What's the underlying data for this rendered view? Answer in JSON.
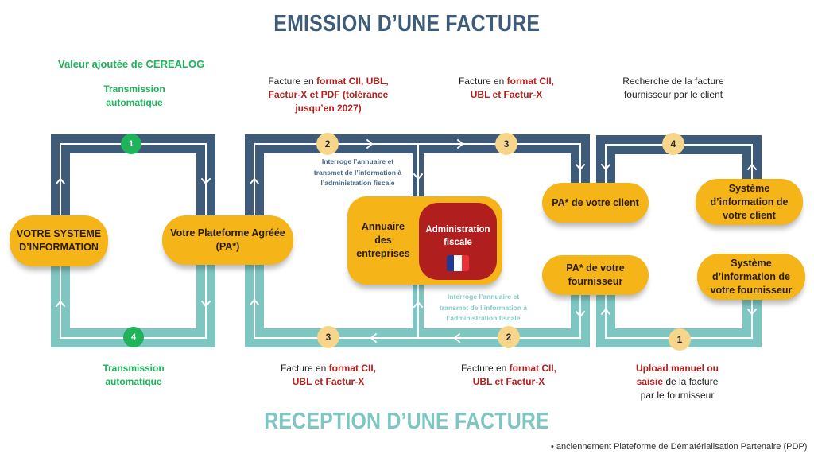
{
  "titles": {
    "emission": "EMISSION D’UNE FACTURE",
    "reception": "RECEPTION D’UNE FACTURE"
  },
  "colors": {
    "emission_flow": "#3e5c7a",
    "reception_flow": "#7ec6c2",
    "node": "#f5b417",
    "tax_admin": "#b01e1e",
    "cerealog_green": "#1fb35a",
    "highlight_red": "#b3201d",
    "step_badge": "#f7d58a"
  },
  "cerealog_label": "Valeur ajoutée de CEREALOG",
  "emission": {
    "step1": {
      "number": "1",
      "lines": [
        "Transmission",
        "automatique"
      ]
    },
    "step2": {
      "number": "2",
      "line1_plain": "Facture en ",
      "line1_red": "format CII, UBL,",
      "line2_red": "Factur-X et PDF (tolérance",
      "line3_red": "jusqu’en 2027)"
    },
    "step3": {
      "number": "3",
      "line1_plain": "Facture en ",
      "line1_red": "format CII,",
      "line2_red": "UBL et Factur-X"
    },
    "step4": {
      "number": "4",
      "lines": [
        "Recherche de la facture",
        "fournisseur par le client"
      ]
    },
    "directory_note": [
      "Interroge l’annuaire et",
      "transmet de l’information à",
      "l’administration fiscale"
    ]
  },
  "reception": {
    "step1": {
      "number": "1",
      "line1_red": "Upload manuel ou",
      "line2_red": "saisie",
      "line2_plain": " de la facture",
      "line3_plain": "par le fournisseur"
    },
    "step2": {
      "number": "2",
      "line1_plain": "Facture en ",
      "line1_red": "format CII,",
      "line2_red": "UBL et Factur-X"
    },
    "step3": {
      "number": "3",
      "line1_plain": "Facture en ",
      "line1_red": "format CII,",
      "line2_red": "UBL et Factur-X"
    },
    "step4": {
      "number": "4",
      "lines": [
        "Transmission",
        "automatique"
      ]
    },
    "directory_note": [
      "Interroge l’annuaire et",
      "transmet de l’information à",
      "l’administration fiscale"
    ]
  },
  "nodes": {
    "own_system": [
      "VOTRE SYSTEME",
      "D’INFORMATION"
    ],
    "own_platform": [
      "Votre Plateforme Agréée",
      "(PA*)"
    ],
    "directory": [
      "Annuaire",
      "des",
      "entreprises"
    ],
    "tax_admin": [
      "Administration",
      "fiscale"
    ],
    "client_platform": [
      "PA* de votre client"
    ],
    "client_system": [
      "Système",
      "d’information de",
      "votre client"
    ],
    "supplier_platform": [
      "PA* de votre",
      "fournisseur"
    ],
    "supplier_system": [
      "Système",
      "d’information de",
      "votre fournisseur"
    ]
  },
  "icons": {
    "flag": "france-flag-icon",
    "arrow": "chevron-arrow-icon"
  },
  "footnote": "•  anciennement Plateforme de Dématérialisation Partenaire (PDP)"
}
